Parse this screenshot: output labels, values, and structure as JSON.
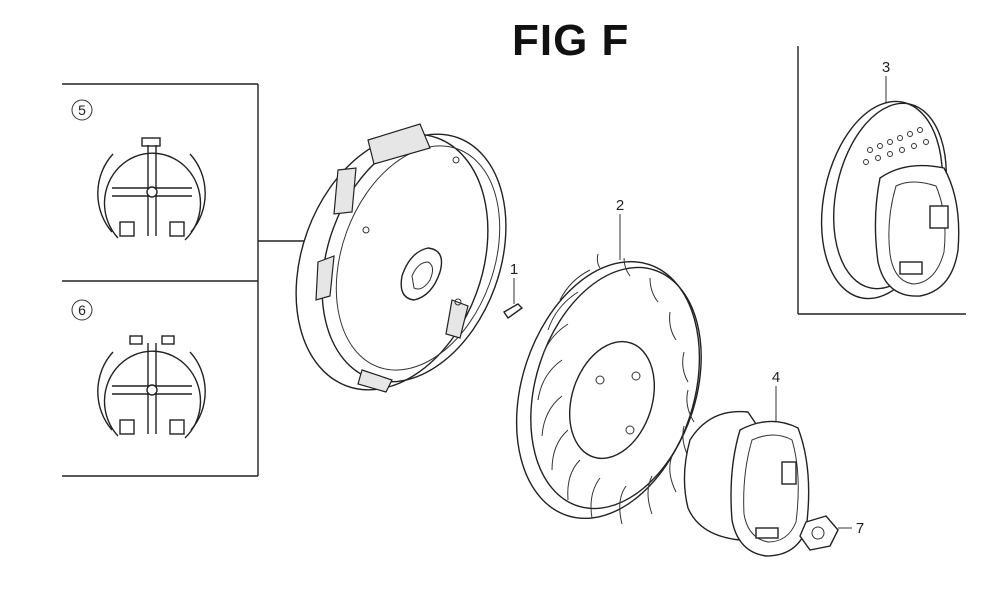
{
  "figure": {
    "title": "FIG F"
  },
  "callouts": {
    "p1": "1",
    "p2": "2",
    "p3": "3",
    "p4": "4",
    "p5": "5",
    "p6": "6",
    "p7": "7"
  },
  "parts": [
    {
      "id": "flywheel-cover",
      "callout": null
    },
    {
      "id": "key",
      "callout": "1"
    },
    {
      "id": "flywheel-fan",
      "callout": "2"
    },
    {
      "id": "starter-pulley-assembly",
      "callout": "3"
    },
    {
      "id": "starter-pulley",
      "callout": "4"
    },
    {
      "id": "variant-a",
      "callout": "5"
    },
    {
      "id": "variant-b",
      "callout": "6"
    },
    {
      "id": "nut",
      "callout": "7"
    }
  ]
}
